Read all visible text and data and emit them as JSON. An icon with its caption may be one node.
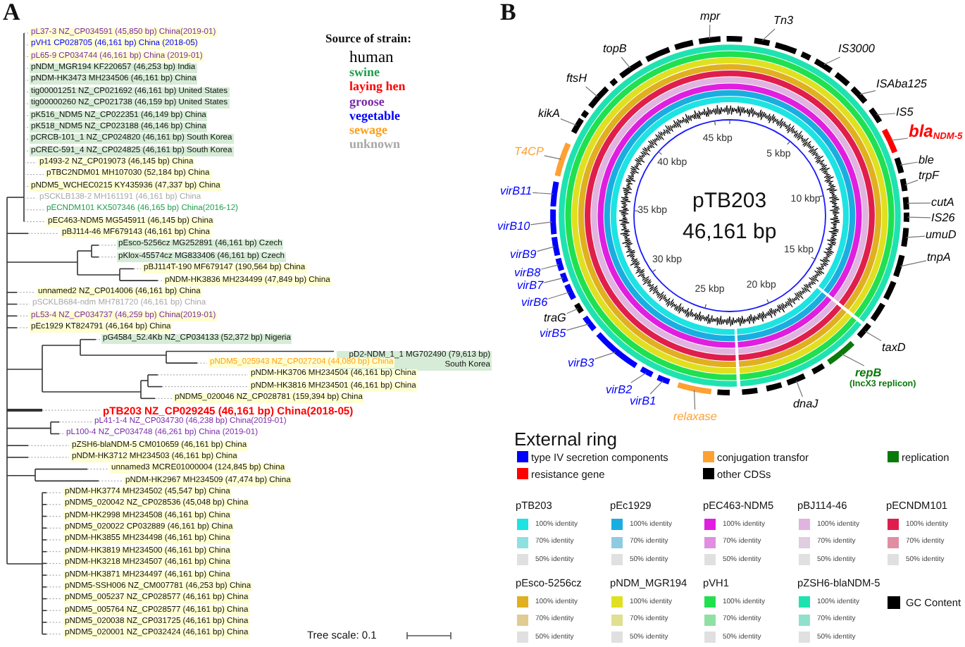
{
  "diagram": {
    "nodes": [
      {
        "text": [
          "mpr"
        ]
      },
      {
        "text": [
          "Tn3"
        ]
      },
      {
        "text": [
          "IS3000"
        ]
      },
      {
        "text": [
          "ISAba125"
        ]
      },
      {
        "text": [
          "IS5"
        ]
      },
      {
        "text": [
          "bla$_{NDM-5}$"
        ]
      },
      {
        "text": [
          "ble"
        ]
      },
      {
        "text": [
          "trpF"
        ]
      },
      {
        "text": [
          "cutA"
        ]
      },
      {
        "text": [
          "IS26"
        ]
      },
      {
        "text": [
          "umuD"
        ]
      },
      {
        "text": [
          "tnpA"
        ]
      },
      {
        "text": [
          "taxD"
        ]
      },
      {
        "text": [
          "repB",
          "(IncX3 replicon)"
        ]
      },
      {
        "text": [
          "dnaJ"
        ]
      },
      {
        "text": [
          "relaxase"
        ]
      },
      {
        "text": [
          "virB1"
        ]
      },
      {
        "text": [
          "virB2"
        ]
      },
      {
        "text": [
          "virB3"
        ]
      },
      {
        "text": [
          "virB5"
        ]
      },
      {
        "text": [
          "traG"
        ]
      },
      {
        "text": [
          "virB6"
        ]
      },
      {
        "text": [
          "virB7"
        ]
      },
      {
        "text": [
          "virB8"
        ]
      },
      {
        "text": [
          "virB9"
        ]
      },
      {
        "text": [
          "virB10"
        ]
      },
      {
        "text": [
          "virB11"
        ]
      },
      {
        "text": [
          "T4CP"
        ]
      },
      {
        "text": [
          "kikA"
        ]
      },
      {
        "text": [
          "ftsH"
        ]
      },
      {
        "text": [
          "topB"
        ]
      },
      {
        "text": [],
        "shape": "arc"
      },
      {
        "text": [],
        "shape": "arc"
      },
      {
        "text": [],
        "shape": "arc"
      },
      {
        "text": [],
        "shape": "arc"
      },
      {
        "text": [],
        "shape": "arc"
      },
      {
        "text": [],
        "shape": "arc"
      },
      {
        "text": [],
        "shape": "arc"
      },
      {
        "text": [],
        "shape": "arc"
      },
      {
        "text": [],
        "shape": "arc"
      },
      {
        "text": [],
        "shape": "arc"
      },
      {
        "text": [],
        "shape": "arc"
      },
      {
        "text": [],
        "shape": "arc"
      },
      {
        "text": [],
        "shape": "arc"
      },
      {
        "text": [],
        "shape": "arc"
      },
      {
        "text": [],
        "shape": "arc"
      },
      {
        "text": [],
        "shape": "arc"
      },
      {
        "text": [],
        "shape": "arc"
      },
      {
        "text": [],
        "shape": "arc"
      },
      {
        "text": [],
        "shape": "arc"
      },
      {
        "text": [],
        "shape": "arc"
      },
      {
        "text": [],
        "shape": "arc"
      },
      {
        "text": [],
        "shape": "arc"
      },
      {
        "text": [],
        "shape": "arc"
      },
      {
        "text": [],
        "shape": "arc"
      },
      {
        "text": [],
        "shape": "arc"
      },
      {
        "text": [],
        "shape": "arc"
      },
      {
        "text": [],
        "shape": "arc"
      },
      {
        "text": [],
        "shape": "arc"
      },
      {
        "text": [],
        "shape": "arc"
      },
      {
        "text": [],
        "shape": "arc"
      },
      {
        "text": [],
        "shape": "arc"
      },
      {
        "text": [],
        "shape": "arc"
      },
      {
        "text": [],
        "shape": "arc"
      },
      {
        "text": [],
        "shape": "arc"
      },
      {
        "text": [],
        "shape": "arc"
      },
      {
        "text": [],
        "shape": "arc"
      },
      {
        "text": [],
        "shape": "arc"
      },
      {
        "text": [],
        "shape": "arc"
      },
      {
        "text": [],
        "shape": "arc"
      },
      {
        "text": [],
        "shape": "arc"
      },
      {
        "text": [],
        "shape": "arc"
      },
      {
        "text": [],
        "shape": "arc"
      },
      {
        "text": [],
        "shape": "arc"
      },
      {
        "text": [],
        "shape": "arc"
      },
      {
        "text": [],
        "shape": "arc"
      }
    ],
    "edges": [
      {
        "from": 0,
        "to": 31,
        "arrow": "none"
      },
      {
        "from": 1,
        "to": 32,
        "arrow": "none"
      },
      {
        "from": 2,
        "to": 33,
        "arrow": "none"
      },
      {
        "from": 3,
        "to": 34,
        "arrow": "none"
      },
      {
        "from": 4,
        "to": 35,
        "arrow": "none"
      },
      {
        "from": 5,
        "to": 36,
        "arrow": "none"
      },
      {
        "from": 6,
        "to": 37,
        "arrow": "none"
      },
      {
        "from": 7,
        "to": 38,
        "arrow": "none"
      },
      {
        "from": 8,
        "to": 39,
        "arrow": "none"
      },
      {
        "from": 9,
        "to": 40,
        "arrow": "none"
      },
      {
        "from": 10,
        "to": 41,
        "arrow": "none"
      },
      {
        "from": 11,
        "to": 42,
        "arrow": "none"
      },
      {
        "from": 12,
        "to": 43,
        "arrow": "none"
      },
      {
        "from": 13,
        "to": 44,
        "arrow": "none"
      },
      {
        "from": 14,
        "to": 45,
        "arrow": "none"
      },
      {
        "from": 15,
        "to": 46,
        "arrow": "none"
      },
      {
        "from": 16,
        "to": 47,
        "arrow": "none"
      },
      {
        "from": 17,
        "to": 48,
        "arrow": "none"
      },
      {
        "from": 18,
        "to": 49,
        "arrow": "none"
      },
      {
        "from": 19,
        "to": 50,
        "arrow": "none"
      },
      {
        "from": 20,
        "to": 51,
        "arrow": "none"
      },
      {
        "from": 21,
        "to": 52,
        "arrow": "none"
      },
      {
        "from": 22,
        "to": 53,
        "arrow": "none"
      },
      {
        "from": 23,
        "to": 54,
        "arrow": "none"
      },
      {
        "from": 24,
        "to": 55,
        "arrow": "none"
      },
      {
        "from": 25,
        "to": 56,
        "arrow": "none"
      },
      {
        "from": 26,
        "to": 57,
        "arrow": "none"
      },
      {
        "from": 27,
        "to": 58,
        "arrow": "none"
      },
      {
        "from": 28,
        "to": 59,
        "arrow": "none"
      },
      {
        "from": 29,
        "to": 60,
        "arrow": "none"
      },
      {
        "from": 30,
        "to": 61,
        "arrow": "none"
      }
    ],
    "labels": [
      "A",
      "pL37-3 NZ_CP034591 (45,850 bp) China(2019-01)",
      "pVH1 CP028705 (46,161 bp) China (2018-05)",
      "pL65-9 CP034744 (46,161 bp) China (2019-01)",
      "pNDM_MGR194 KF220657 (46,253 bp) India",
      "pNDM-HK3473 MH234506 (46,161 bp) China",
      "tig00001251 NZ_CP021692 (46,161 bp) United States",
      "tig00000260 NZ_CP021738 (46,159 bp) United States",
      "pK516_NDM5 NZ_CP022351 (46,149 bp) China",
      "pK518_NDM5 NZ_CP023188 (46,146 bp) China",
      "pCRCB-101_1 NZ_CP024820 (46,161 bp) South Korea",
      "pCREC-591_4 NZ_CP024825 (46,161 bp) South Korea",
      "p1493-2 NZ_CP019073 (46,145 bp) China",
      "pTBC2NDM01 MH107030 (52,184 bp) China",
      "pNDM5_WCHEC0215 KY435936 (47,337 bp) China",
      "pSCKLB138-2 MH161191 (46,161 bp) China",
      "pECNDM101 KX507346 (46,165 bp) China(2016-12)",
      "pEC463-NDM5 MG545911 (46,145 bp) China",
      "pBJ114-46 MF679143 (46,161 bp) China",
      "pEsco-5256cz MG252891 (46,161 bp) Czech",
      "pKlox-45574cz MG833406 (46,161 bp) Czech",
      "pBJ114T-190 MF679147 (190,564 bp) China",
      "pNDM-HK3836 MH234499 (47,849 bp) China",
      "unnamed2 NZ_CP014006 (46,161 bp) China",
      "pSCKLB684-ndm MH781720 (46,161 bp) China",
      "pL53-4 NZ_CP034737 (46,259 bp) China(2019-01)",
      "pEc1929 KT824791 (46,164 bp) China",
      "pG4584_52.4Kb NZ_CP034133 (52,372 bp) Nigeria",
      "pD2-NDM_1_1 MG702490 (79,613 bp) South Korea",
      "pNDM5_025943 NZ_CP027204 (44,080 bp) China",
      "pNDM-HK3706 MH234504 (46,161 bp) China",
      "pNDM-HK3816 MH234501 (46,161 bp) China",
      "pNDM5_020046 NZ_CP028781 (159,394 bp) China",
      "pTB203 NZ_CP029245 (46,161 bp) China(2018-05)",
      "pL41-1-4 NZ_CP034730 (46,238 bp) China(2019-01)",
      "pL100-4 NZ_CP034748 (46,261 bp) China (2019-01)",
      "pZSH6-blaNDM-5 CM010659 (46,161 bp) China",
      "pNDM-HK3712 MH234503 (46,161 bp) China",
      "unnamed3 MCRE01000004 (124,845 bp) China",
      "pNDM-HK2967 MH234509 (47,474 bp) China",
      "pNDM-HK3774 MH234502 (45,547 bp) China",
      "pNDM5_020042 NZ_CP028536 (45,048 bp) China",
      "pNDM-HK2998 MH234508 (46,161 bp) China",
      "pNDM5_020022 CP032889 (46,161 bp) China",
      "pNDM-HK3855 MH234498 (46,161 bp) China",
      "pNDM-HK3819 MH234500 (46,161 bp) China",
      "pNDM-HK3218 MH234507 (46,161 bp) China",
      "pNDM-HK3871 MH234497 (46,161 bp) China",
      "pNDM5-SSH006 NZ_CM007781 (46,253 bp) China",
      "pNDM5_005237 NZ_CP028577 (46,161 bp) China",
      "pNDM5_005764 NZ_CP028577 (46,161 bp) China",
      "pNDM5_020038 NZ_CP031725 (46,161 bp) China",
      "pNDM5_020001 NZ_CP032424 (46,161 bp) China",
      "Source of strain:",
      "Tree scale: 0.1",
      "B",
      "45 kbp",
      "5 kbp",
      "40 kbp",
      "10 kbp",
      "35 kbp",
      "15 kbp",
      "30 kbp",
      "20 kbp",
      "25 kbp",
      "pTB203",
      "46,161 bp",
      "External ring",
      "pTB203",
      "pEc1929",
      "pEC463-NDM5",
      "pBJ114-46",
      "pECNDM101",
      "pEsco-5256cz",
      "pNDM_MGR194",
      "pVH1",
      "pZSH6-blaNDM-5"
    ],
    "legend": [
      {
        "text": "human",
        "color": "#000000"
      },
      {
        "text": "swine",
        "color": "#1e9e4a"
      },
      {
        "text": "laying hen",
        "color": "#ff0000"
      },
      {
        "text": "groose",
        "color": "#7a2aa8"
      },
      {
        "text": "vegetable",
        "color": "#0000ff"
      },
      {
        "text": "sewage",
        "color": "#ff9f1a"
      },
      {
        "text": "unknown",
        "color": "#a8a8a8"
      },
      {
        "text": "type IV secretion components",
        "color": "#0000ff"
      },
      {
        "text": "conjugation transfor",
        "color": "#ffa033"
      },
      {
        "text": "replication",
        "color": "#0a7a0a"
      },
      {
        "text": "resistance gene",
        "color": "#ff0000"
      },
      {
        "text": "other CDSs",
        "color": "#000000"
      },
      {
        "text": "100% identity",
        "color": "#1de3e3"
      },
      {
        "text": "70% identity",
        "color": "#8fe0e0"
      },
      {
        "text": "50% identity",
        "color": "#e0e0e0"
      },
      {
        "text": "100% identity",
        "color": "#1aaee0"
      },
      {
        "text": "70% identity",
        "color": "#8fcbe0"
      },
      {
        "text": "50% identity",
        "color": "#e0e0e0"
      },
      {
        "text": "100% identity",
        "color": "#e01ee0"
      },
      {
        "text": "70% identity",
        "color": "#e08ee0"
      },
      {
        "text": "50% identity",
        "color": "#e0e0e0"
      },
      {
        "text": "100% identity",
        "color": "#e0b3e0"
      },
      {
        "text": "70% identity",
        "color": "#e0cde0"
      },
      {
        "text": "50% identity",
        "color": "#e0e0e0"
      },
      {
        "text": "100% identity",
        "color": "#e01e4c"
      },
      {
        "text": "70% identity",
        "color": "#e08fa3"
      },
      {
        "text": "50% identity",
        "color": "#e0e0e0"
      },
      {
        "text": "100% identity",
        "color": "#e0b020"
      },
      {
        "text": "70% identity",
        "color": "#e0cc90"
      },
      {
        "text": "50% identity",
        "color": "#e0e0e0"
      },
      {
        "text": "100% identity",
        "color": "#e0e020"
      },
      {
        "text": "70% identity",
        "color": "#e0e090"
      },
      {
        "text": "50% identity",
        "color": "#e0e0e0"
      },
      {
        "text": "100% identity",
        "color": "#20e050"
      },
      {
        "text": "70% identity",
        "color": "#90e0a4"
      },
      {
        "text": "50% identity",
        "color": "#e0e0e0"
      },
      {
        "text": "100% identity",
        "color": "#1ee3b0"
      },
      {
        "text": "70% identity",
        "color": "#90e0cc"
      },
      {
        "text": "50% identity",
        "color": "#e0e0e0"
      },
      {
        "text": "GC Content",
        "color": "#000000"
      }
    ]
  }
}
